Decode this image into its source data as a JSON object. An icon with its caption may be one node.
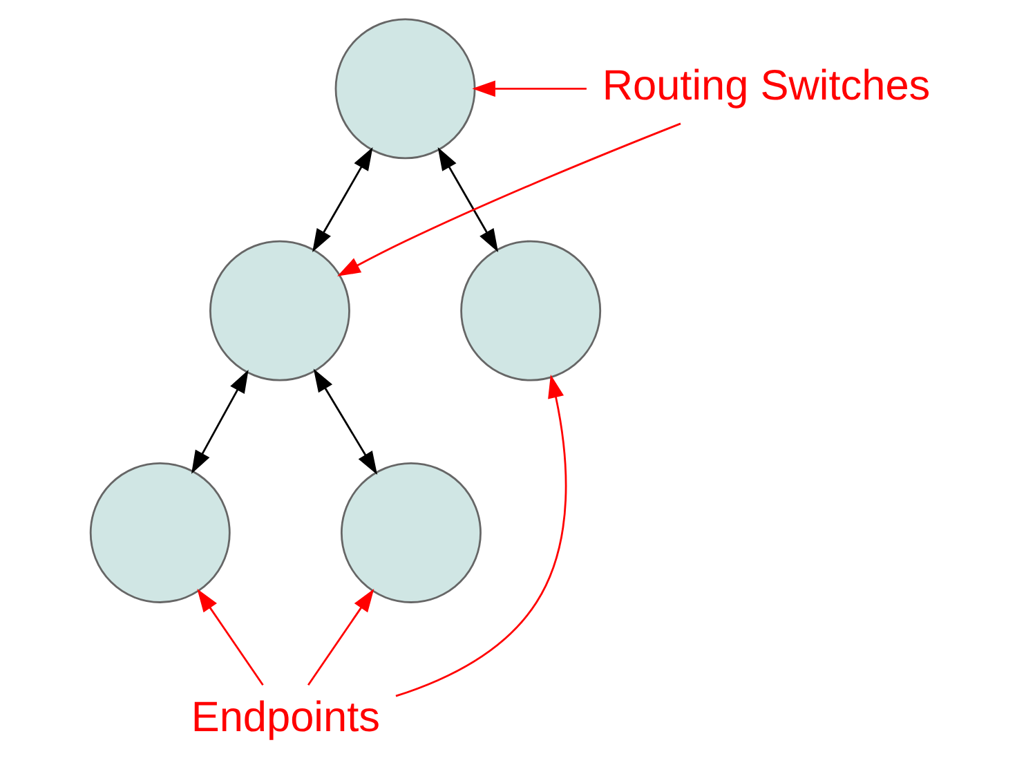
{
  "diagram": {
    "nodes": [
      {
        "text": [],
        "shape": "circle"
      },
      {
        "text": [],
        "shape": "circle"
      },
      {
        "text": [],
        "shape": "circle"
      },
      {
        "text": [],
        "shape": "circle"
      },
      {
        "text": [],
        "shape": "circle"
      },
      {
        "text": [
          "Routing Switches"
        ]
      },
      {
        "text": [
          "Endpoints"
        ]
      }
    ],
    "edges": [
      {
        "from": 0,
        "to": 1,
        "arrow": "both",
        "color": "#000000"
      },
      {
        "from": 0,
        "to": 2,
        "arrow": "both",
        "color": "#000000"
      },
      {
        "from": 1,
        "to": 3,
        "arrow": "both",
        "color": "#000000"
      },
      {
        "from": 1,
        "to": 4,
        "arrow": "both",
        "color": "#000000"
      },
      {
        "from": 5,
        "to": 0,
        "arrow": "to"
      },
      {
        "from": 5,
        "to": 1,
        "arrow": "to"
      },
      {
        "from": 6,
        "to": 2,
        "arrow": "to"
      },
      {
        "from": 6,
        "to": 3,
        "arrow": "to"
      },
      {
        "from": 6,
        "to": 4,
        "arrow": "to"
      }
    ]
  }
}
